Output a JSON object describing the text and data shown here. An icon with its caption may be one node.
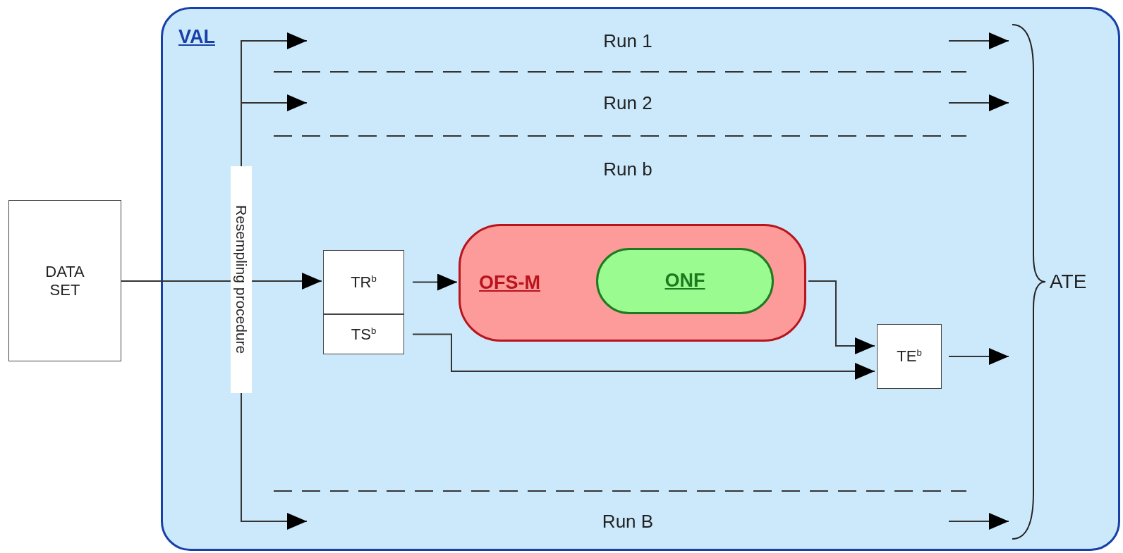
{
  "diagram": {
    "nodes": [
      {
        "text": [
          "VAL"
        ]
      },
      {
        "text": [
          "DATA SET"
        ]
      },
      {
        "text": [
          "Resempling procedure"
        ],
        "in": 0
      },
      {
        "text": [
          "TR$^{b}$"
        ],
        "in": 0
      },
      {
        "text": [
          "TS$^{b}$"
        ],
        "in": 0
      },
      {
        "text": [
          "OFS-M"
        ],
        "in": 0
      },
      {
        "text": [
          "ONF"
        ],
        "in": 5
      },
      {
        "text": [
          "TE$^{b}$"
        ],
        "in": 0
      },
      {
        "text": [
          "ATE"
        ],
        "in": 0
      }
    ],
    "edges": [
      {
        "from": 1,
        "to": 2,
        "arrow": "none"
      },
      {
        "from": 2,
        "to": 3,
        "arrow": "to"
      },
      {
        "from": 2,
        "to": null,
        "arrow": "to"
      },
      {
        "from": 2,
        "to": null,
        "arrow": "to"
      },
      {
        "from": 2,
        "to": null,
        "arrow": "to"
      },
      {
        "from": 3,
        "to": 5,
        "arrow": "to"
      },
      {
        "from": 5,
        "to": 7,
        "arrow": "to"
      },
      {
        "from": 4,
        "to": 7,
        "arrow": "to"
      },
      {
        "from": 7,
        "to": 8,
        "arrow": "to"
      },
      {
        "from": null,
        "to": 8,
        "arrow": "to"
      },
      {
        "from": null,
        "to": 8,
        "arrow": "to"
      },
      {
        "from": null,
        "to": 8,
        "arrow": "to"
      }
    ],
    "labels": [
      "Run 1",
      "Run 2",
      "Run b",
      "Run B"
    ]
  }
}
